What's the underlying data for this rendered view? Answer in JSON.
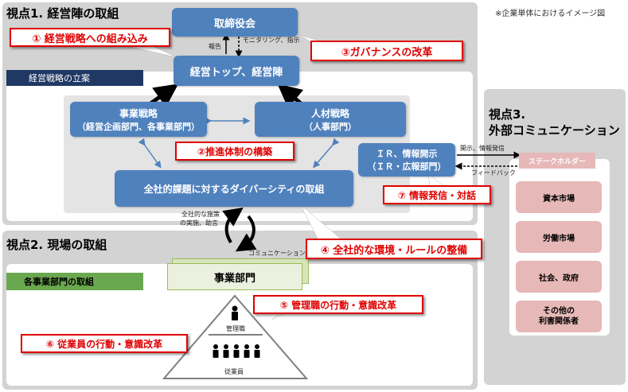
{
  "note": "※企業単体におけるイメージ図",
  "view1": {
    "title": "視点1. 経営陣の取組",
    "strategy_label": "経営戦略の立案",
    "board": "取締役会",
    "report_label": "報告",
    "monitoring_label": "モニタリング、指示",
    "top_mgmt": "経営トップ、経営陣",
    "business_strategy": "事業戦略",
    "business_strategy_sub": "（経営企画部門、各事業部門）",
    "hr_strategy": "人材戦略",
    "hr_strategy_sub": "（人事部門）",
    "diversity_initiative": "全社的課題に対するダイバーシティの取組",
    "measures_label_1": "全社的な施策",
    "measures_label_2": "の実施、助言"
  },
  "view2": {
    "title": "視点2. 現場の取組",
    "dept_label": "各事業部門の取組",
    "business_dept": "事業部門",
    "communication_label": "コミュニケーション",
    "managers": "管理職",
    "employees": "従業員"
  },
  "view3": {
    "title_1": "視点3.",
    "title_2": "外部コミュニケーション",
    "ir_1": "ＩＲ、情報開示",
    "ir_2": "（ＩＲ・広報部門）",
    "disclosure_label": "開示、情報発信",
    "feedback_label": "フィードバック",
    "stakeholder": "ステークホルダー",
    "stakeholders": [
      "資本市場",
      "労働市場",
      "社会、政府",
      "その他の|利害関係者"
    ]
  },
  "callouts": {
    "c1": "① 経営戦略への組み込み",
    "c2": "②推進体制の構築",
    "c3": "③ガバナンスの改革",
    "c4": "④ 全社的な環境・ルールの整備",
    "c5": "⑤ 管理職の行動・意識改革",
    "c6": "⑥ 従業員の行動・意識改革",
    "c7": "⑦ 情報発信・対話"
  }
}
